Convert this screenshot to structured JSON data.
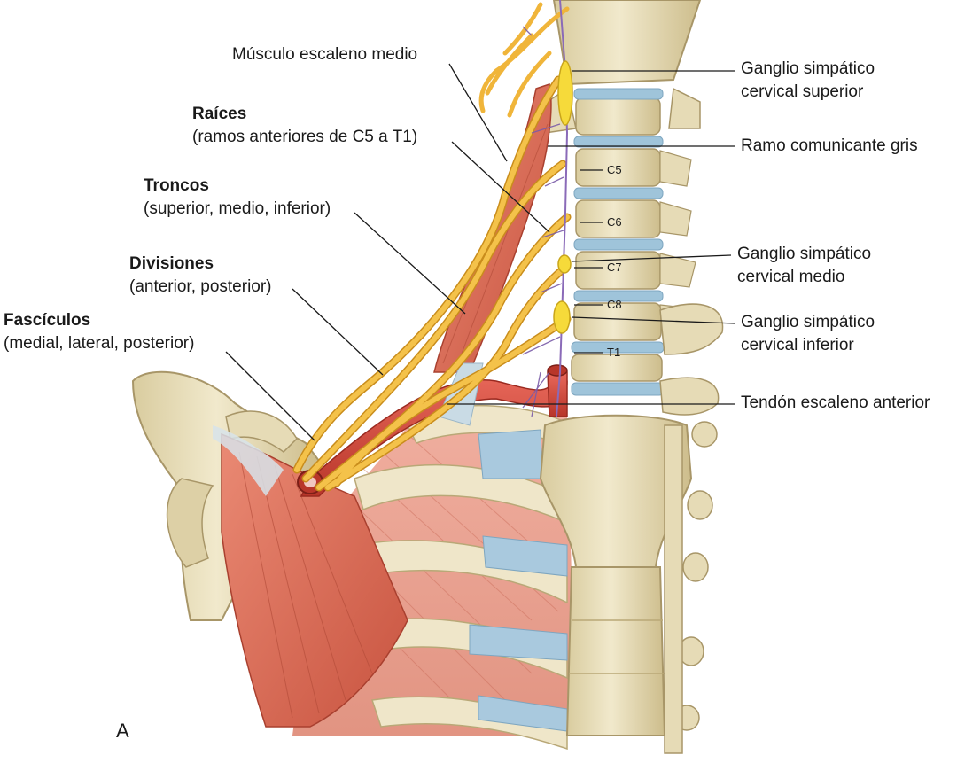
{
  "labels": {
    "escaleno_medio": "Músculo escaleno medio",
    "raices_title": "Raíces",
    "raices_sub": "(ramos anteriores de C5 a T1)",
    "troncos_title": "Troncos",
    "troncos_sub": "(superior, medio, inferior)",
    "divisiones_title": "Divisiones",
    "divisiones_sub": "(anterior, posterior)",
    "fasciculos_title": "Fascículos",
    "fasciculos_sub": "(medial, lateral, posterior)",
    "ganglio_sup_1": "Ganglio simpático",
    "ganglio_sup_2": "cervical superior",
    "ramo_gris": "Ramo comunicante gris",
    "ganglio_med_1": "Ganglio simpático",
    "ganglio_med_2": "cervical medio",
    "ganglio_inf_1": "Ganglio simpático",
    "ganglio_inf_2": "cervical inferior",
    "tendon": "Tendón escaleno anterior",
    "panel": "A"
  },
  "vertebrae": [
    "C5",
    "C6",
    "C7",
    "C8",
    "T1"
  ],
  "colors": {
    "bone": "#ece3c3",
    "bone_shadow": "#c9bb8f",
    "disc": "#9fc4da",
    "muscle": "#e2705a",
    "muscle_dark": "#c14a38",
    "nerve": "#f4c24a",
    "nerve_edge": "#c98d1c",
    "ganglion": "#f6da3a",
    "artery": "#d9493a",
    "sympathetic": "#7a5ba8"
  }
}
